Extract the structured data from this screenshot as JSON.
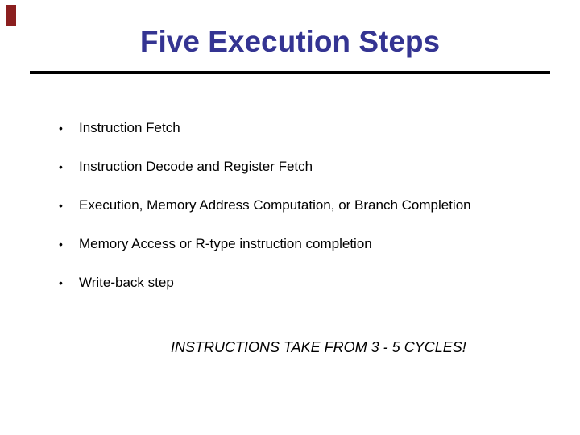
{
  "slide": {
    "title": "Five Execution Steps",
    "bullet_char": "•",
    "bullets": [
      "Instruction Fetch",
      "Instruction Decode and Register Fetch",
      "Execution, Memory Address Computation, or Branch Completion",
      "Memory Access or R-type instruction completion",
      "Write-back step"
    ],
    "footnote": "INSTRUCTIONS TAKE FROM 3 - 5 CYCLES!",
    "colors": {
      "background": "#FFFFFF",
      "title": "#343492",
      "body": "#000000",
      "rule": "#000000",
      "accent_bar": "#8B1F1F"
    }
  }
}
